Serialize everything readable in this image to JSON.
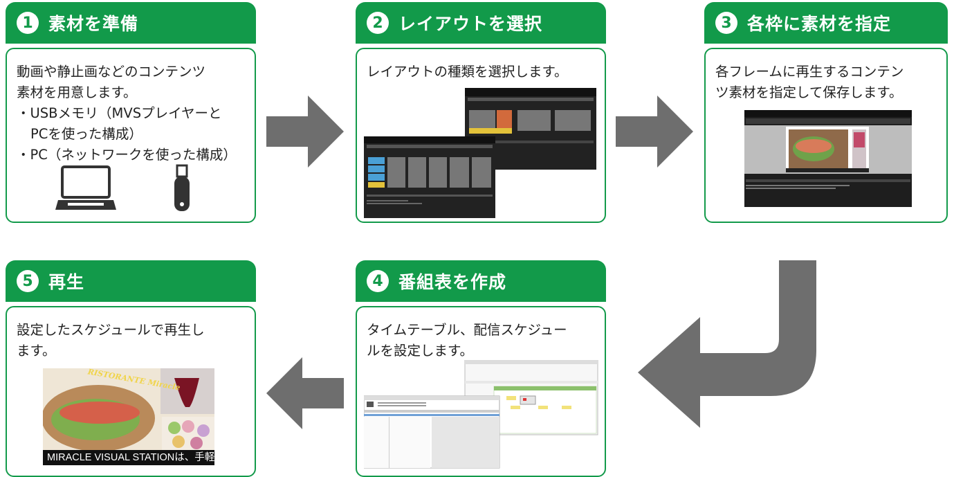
{
  "steps": [
    {
      "num": "1",
      "title": "素材を準備",
      "lines": [
        "動画や静止画などのコンテンツ",
        "素材を用意します。",
        "・USBメモリ（MVSプレイヤーと",
        "PCを使った構成）",
        "・PC（ネットワークを使った構成）"
      ],
      "icons": [
        "laptop-icon",
        "usb-stick-icon"
      ]
    },
    {
      "num": "2",
      "title": "レイアウトを選択",
      "lines": [
        "レイアウトの種類を選択します。"
      ],
      "icons": [
        "layout-select-screenshot"
      ]
    },
    {
      "num": "3",
      "title": "各枠に素材を指定",
      "lines": [
        "各フレームに再生するコンテン",
        "ツ素材を指定して保存します。"
      ],
      "icons": [
        "material-assign-screenshot"
      ]
    },
    {
      "num": "4",
      "title": "番組表を作成",
      "lines": [
        "タイムテーブル、配信スケジュー",
        "ルを設定します。"
      ],
      "icons": [
        "schedule-screenshot"
      ]
    },
    {
      "num": "5",
      "title": "再生",
      "lines": [
        "設定したスケジュールで再生し",
        "ます。"
      ],
      "icons": [
        "playback-screenshot"
      ]
    }
  ],
  "playback_caption": "MIRACLE VISUAL STATIONは、手軽",
  "playback_brand": "RISTORANTE Miracle",
  "colors": {
    "accent": "#129a4a",
    "arrow": "#6e6e6e"
  }
}
